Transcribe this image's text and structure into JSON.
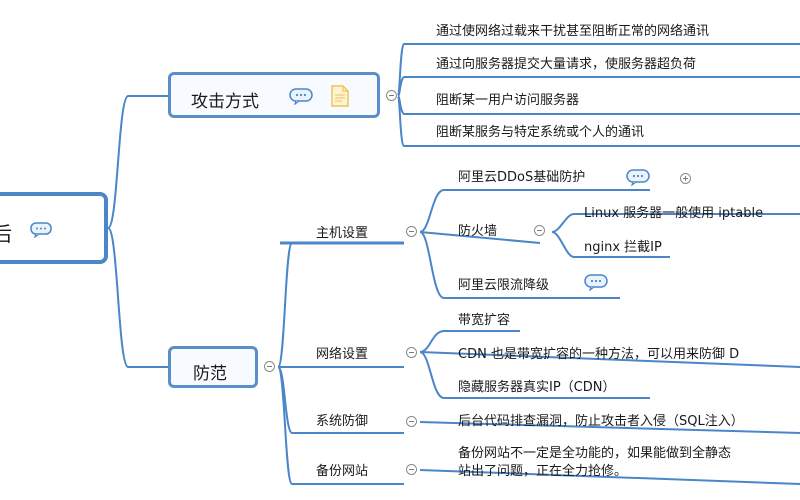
{
  "root": {
    "label": "后"
  },
  "attack": {
    "title": "攻击方式",
    "items": [
      "通过使网络过载来干扰甚至阻断正常的网络通讯",
      "通过向服务器提交大量请求，使服务器超负荷",
      "阻断某一用户访问服务器",
      "阻断某服务与特定系统或个人的通讯"
    ]
  },
  "defense": {
    "title": "防范",
    "host": {
      "label": "主机设置",
      "items": {
        "ddos": "阿里云DDoS基础防护",
        "firewall": "防火墙",
        "firewall_children": [
          "Linux 服务器一般使用 iptable",
          "nginx 拦截IP"
        ],
        "limit": "阿里云限流降级"
      }
    },
    "network": {
      "label": "网络设置",
      "items": [
        "带宽扩容",
        "CDN 也是带宽扩容的一种方法，可以用来防御 D",
        "隐藏服务器真实IP（CDN）"
      ]
    },
    "system": {
      "label": "系统防御",
      "items": [
        "后台代码排查漏洞，防止攻击者入侵（SQL注入）"
      ]
    },
    "backup": {
      "label": "备份网站",
      "lines": [
        "备份网站不一定是全功能的，如果能做到全静态",
        "站出了问题，正在全力抢修。"
      ]
    }
  },
  "colors": {
    "line": "#4a86c8",
    "accent": "#4a86c8",
    "note": "#f2c14e"
  }
}
